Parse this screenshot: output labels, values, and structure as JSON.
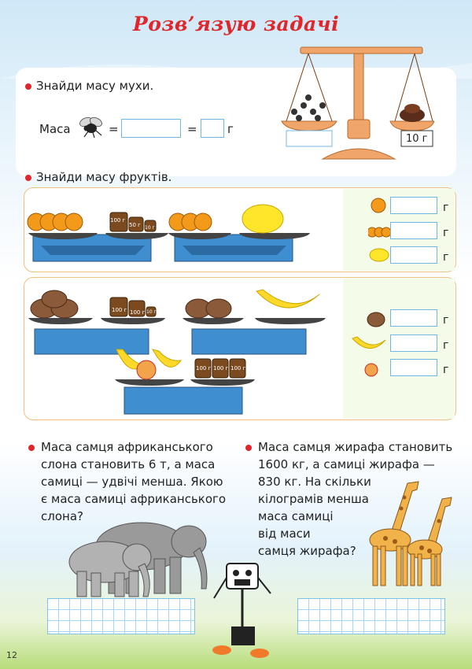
{
  "page": {
    "title": "Розв’язую задачі",
    "page_number": "12"
  },
  "task_fly": {
    "prompt": "Знайди масу мухи.",
    "label": "Маса",
    "equals1": "=",
    "equals2": "=",
    "unit": "г",
    "scale_weight": "10 г",
    "answer1": "",
    "answer2": ""
  },
  "task_fruits": {
    "prompt": "Знайди масу фруктів.",
    "row1_weights": [
      "100 г",
      "50 г",
      "10 г"
    ],
    "row2_weights": [
      "100 г",
      "100 г",
      "10 г"
    ],
    "row3_weights": [
      "100 г",
      "100 г",
      "100 г"
    ],
    "unit": "г",
    "answers_top": [
      "",
      "",
      ""
    ],
    "answers_bottom": [
      "",
      "",
      ""
    ]
  },
  "task_elephant": {
    "lines": [
      "Маса самця африканського",
      "слона становить 6 т, а маса",
      "самиці — удвічі менша. Якою",
      "є маса самиці африканського",
      "слона?"
    ]
  },
  "task_giraffe": {
    "lines": [
      "Маса самця жирафа становить",
      "1600 кг, а самиці жирафа —",
      "830 кг. На скільки",
      "кілограмів менша",
      "маса самиці",
      "від маси",
      "самця жирафа?"
    ]
  },
  "colors": {
    "title": "#e0262a",
    "bullet": "#e0262a",
    "answer_box_border": "#6fb7e0",
    "panel_border": "#f0c07e",
    "scale_base": "#3f8fd0"
  }
}
